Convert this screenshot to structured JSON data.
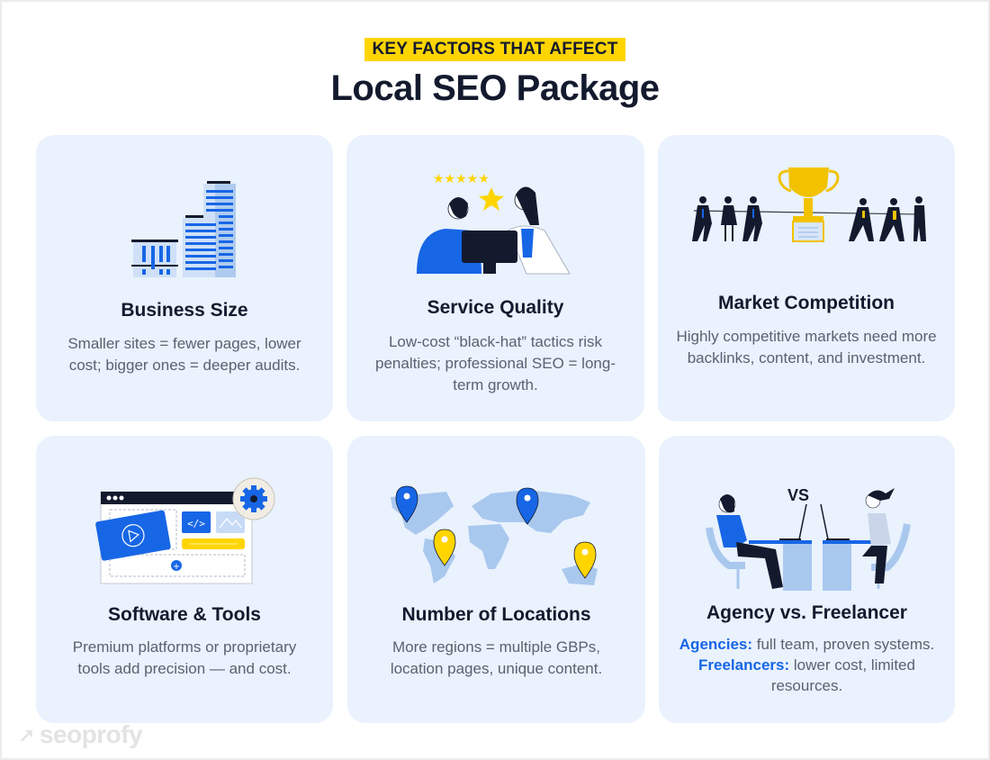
{
  "header": {
    "kicker": "KEY FACTORS THAT AFFECT",
    "title": "Local SEO Package"
  },
  "colors": {
    "accent_yellow": "#FFD500",
    "accent_blue": "#1766E6",
    "card_bg": "#E9F2FD",
    "title_text": "#141a2e",
    "body_text": "#5b6170"
  },
  "cards": [
    {
      "title": "Business Size",
      "icon": "buildings-illustration",
      "text": "Smaller sites = fewer pages, lower cost; bigger ones = deeper audits."
    },
    {
      "title": "Service Quality",
      "icon": "support-team-rating-illustration",
      "text": "Low-cost “black-hat” tactics risk penalties; professional SEO = long-term growth."
    },
    {
      "title": "Market Competition",
      "icon": "tug-of-war-trophy-illustration",
      "text": "Highly competitive markets need more backlinks, content, and investment."
    },
    {
      "title": "Software & Tools",
      "icon": "browser-settings-illustration",
      "text": "Premium platforms or proprietary tools add precision — and cost."
    },
    {
      "title": "Number of Locations",
      "icon": "world-map-pins-illustration",
      "text": "More regions = multiple GBPs, location pages, unique content."
    },
    {
      "title": "Agency vs. Freelancer",
      "icon": "agency-vs-freelancer-illustration",
      "vs_label": "VS",
      "lines": [
        {
          "label": "Agencies:",
          "text": " full team, proven systems."
        },
        {
          "label": "Freelancers:",
          "text": " lower cost, limited resources."
        }
      ]
    }
  ],
  "footer": {
    "brand": "seoprofy",
    "brand_icon": "arrow-up-right-icon"
  }
}
